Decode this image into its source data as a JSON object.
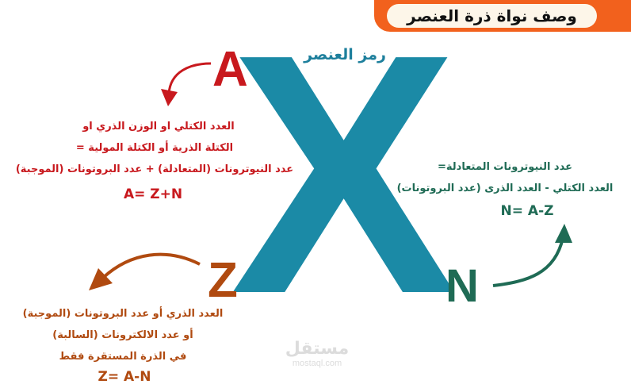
{
  "title": "وصف نواة ذرة العنصر",
  "element_symbol": "X",
  "symbol_caption": "رمز العنصر",
  "letters": {
    "a": "A",
    "z": "Z",
    "n": "N"
  },
  "mass_number": {
    "lines": [
      "العدد الكتلي او الوزن الذري او",
      "الكتلة الذرية أو الكتلة المولية =",
      "عدد النيوترونات (المتعادلة)  + عدد البروتونات (الموجبة)"
    ],
    "formula": "A= Z+N"
  },
  "neutron_number": {
    "lines": [
      "عدد النيوترونات المتعادلة=",
      "العدد الكتلي - العدد الذرى (عدد البروتونات)"
    ],
    "formula": "N= A-Z"
  },
  "atomic_number": {
    "lines": [
      "العدد الذري أو عدد البروتونات (الموجبة)",
      "أو عدد الالكترونات (السالبة)",
      "في الذرة المستقرة فقط"
    ],
    "formula": "Z= A-N"
  },
  "watermark": {
    "arabic": "مستقل",
    "latin": "mostaql.com"
  },
  "colors": {
    "banner": "#f2611d",
    "symbol": "#1b8aa6",
    "mass": "#c8191e",
    "atomic": "#b04a10",
    "neutron": "#1f6b55"
  }
}
